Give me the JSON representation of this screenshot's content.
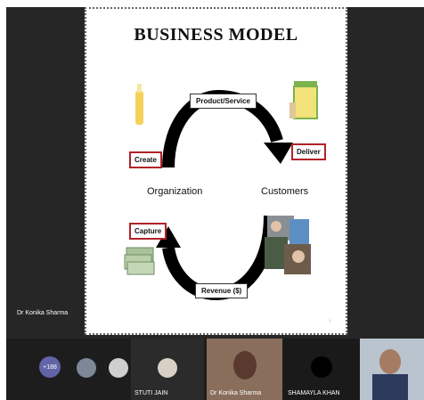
{
  "slide": {
    "title": "BUSINESS MODEL",
    "labels": {
      "product_service": "Product/Service",
      "create": "Create",
      "deliver": "Deliver",
      "organization": "Organization",
      "customers": "Customers",
      "capture": "Capture",
      "revenue": "Revenue ($)"
    },
    "accent_color": "#b0222a"
  },
  "presenter": {
    "name": "Dr Konika Sharma"
  },
  "participants": {
    "overflow_count": "+188",
    "tiles": [
      {
        "name": "STUTI JAIN"
      },
      {
        "name": "Dr Konika Sharma"
      },
      {
        "name": "SHAMAYLA KHAN"
      }
    ]
  }
}
